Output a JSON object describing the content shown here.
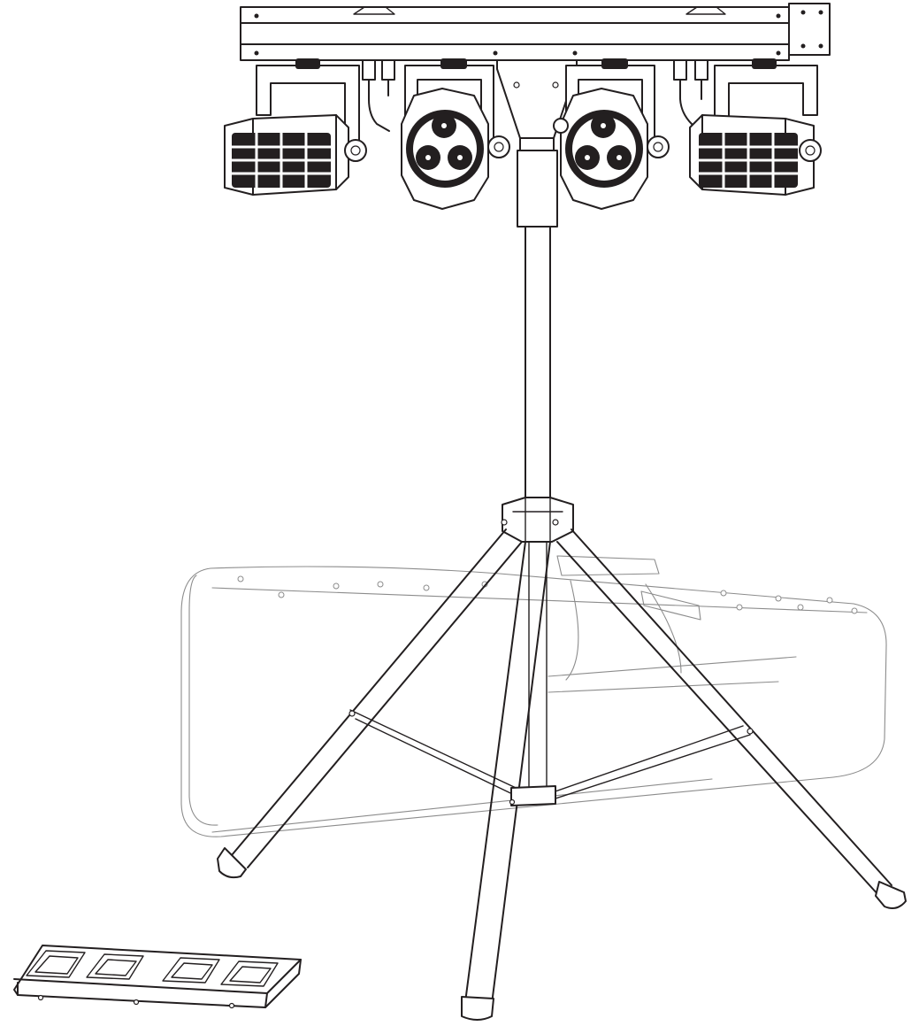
{
  "figure": {
    "parts": [
      {
        "key": "t_bar",
        "icon": "t-bar-icon"
      },
      {
        "key": "derby_left",
        "icon": "derby-light-icon"
      },
      {
        "key": "par_left",
        "icon": "par-light-icon"
      },
      {
        "key": "par_right",
        "icon": "par-light-icon"
      },
      {
        "key": "derby_right",
        "icon": "derby-light-icon"
      },
      {
        "key": "tripod_stand",
        "icon": "tripod-stand-icon"
      },
      {
        "key": "carry_bag",
        "icon": "carry-bag-icon"
      },
      {
        "key": "footswitch",
        "icon": "footswitch-icon"
      }
    ],
    "colors": {
      "line": "#231f20",
      "ghost_line": "#8c8c8c",
      "background": "#ffffff"
    }
  }
}
